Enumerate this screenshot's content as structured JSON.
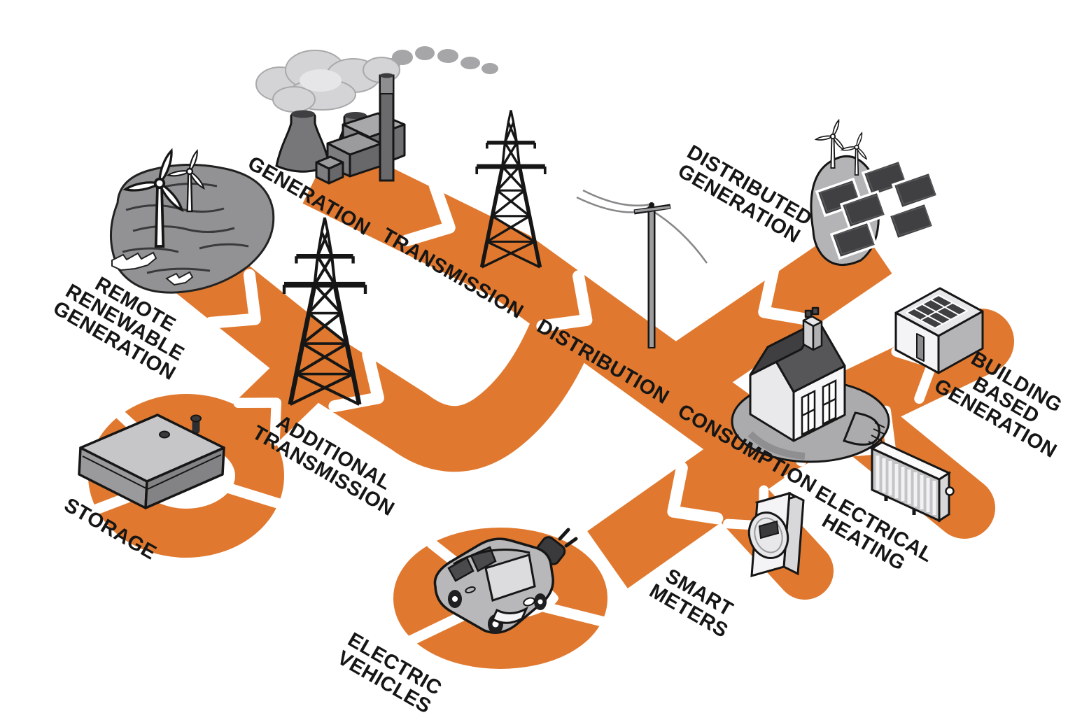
{
  "diagram": {
    "type": "smart-grid-illustration",
    "colors": {
      "path_orange": "#e0792f",
      "ink": "#161616",
      "grey_light": "#d6d6d8",
      "grey_mid": "#a5a5a7",
      "grey_dark": "#58585a",
      "background": "#ffffff"
    },
    "nodes": [
      {
        "id": "remote-renewable-generation",
        "label": "REMOTE\nRENEWABLE\nGENERATION",
        "icon": "offshore-wind-turbines-icon"
      },
      {
        "id": "generation",
        "label": "GENERATION",
        "icon": "power-plant-icon"
      },
      {
        "id": "transmission",
        "label": "TRANSMISSION",
        "icon": "transmission-tower-icon"
      },
      {
        "id": "distributed-generation",
        "label": "DISTRIBUTED\nGENERATION",
        "icon": "solar-farm-icon"
      },
      {
        "id": "distribution",
        "label": "DISTRIBUTION",
        "icon": "utility-pole-icon"
      },
      {
        "id": "consumption",
        "label": "CONSUMPTION",
        "icon": "insulated-house-icon"
      },
      {
        "id": "building-based-generation",
        "label": "BUILDING\nBASED\nGENERATION",
        "icon": "solar-roof-shed-icon"
      },
      {
        "id": "electrical-heating",
        "label": "ELECTRICAL\nHEATING",
        "icon": "radiator-icon"
      },
      {
        "id": "smart-meters",
        "label": "SMART\nMETERS",
        "icon": "smart-meter-icon"
      },
      {
        "id": "electric-vehicles",
        "label": "ELECTRIC\nVEHICLES",
        "icon": "electric-car-icon"
      },
      {
        "id": "additional-transmission",
        "label": "ADDITIONAL\nTRANSMISSION",
        "icon": "transmission-tower-icon"
      },
      {
        "id": "storage",
        "label": "STORAGE",
        "icon": "battery-icon"
      }
    ],
    "flows": [
      {
        "from": "GENERATION",
        "to": "TRANSMISSION"
      },
      {
        "from": "TRANSMISSION",
        "to": "DISTRIBUTION"
      },
      {
        "from": "DISTRIBUTION",
        "to": "CONSUMPTION"
      },
      {
        "from": "REMOTE RENEWABLE GENERATION",
        "to": "ADDITIONAL TRANSMISSION"
      },
      {
        "from": "STORAGE",
        "to": "ADDITIONAL TRANSMISSION"
      },
      {
        "from": "ADDITIONAL TRANSMISSION",
        "to": "DISTRIBUTION"
      },
      {
        "from": "DISTRIBUTED GENERATION",
        "to": "DISTRIBUTION"
      },
      {
        "from": "CONSUMPTION",
        "to": "BUILDING BASED GENERATION"
      },
      {
        "from": "CONSUMPTION",
        "to": "ELECTRICAL HEATING"
      },
      {
        "from": "CONSUMPTION",
        "to": "SMART METERS"
      },
      {
        "from": "CONSUMPTION",
        "to": "ELECTRIC VEHICLES"
      }
    ]
  }
}
